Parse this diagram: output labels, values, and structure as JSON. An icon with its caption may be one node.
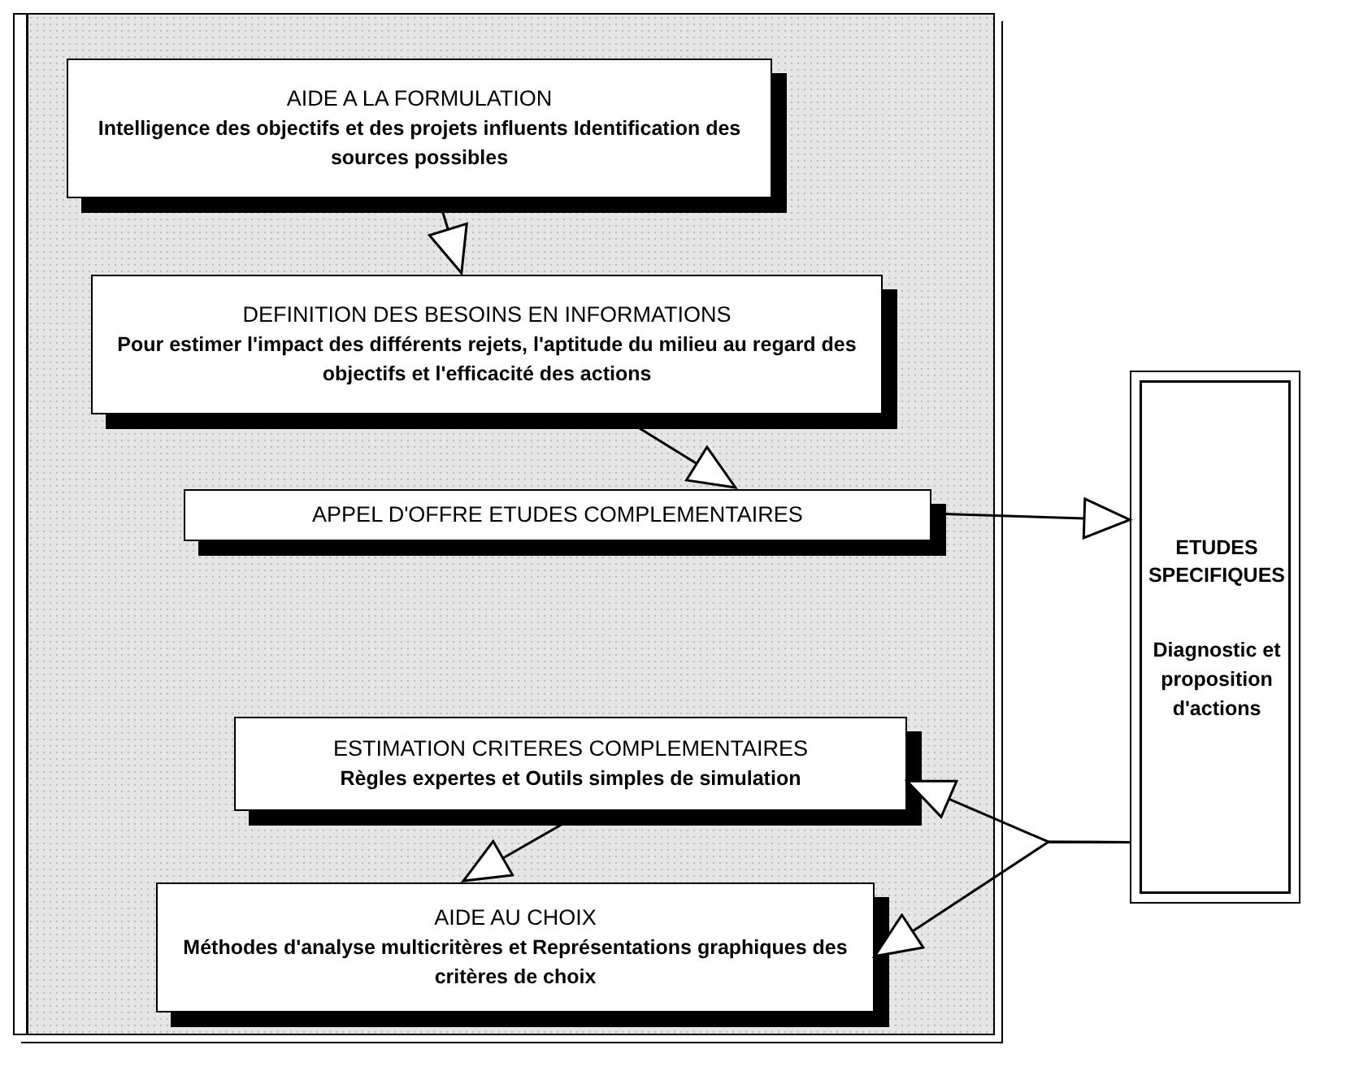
{
  "diagram": {
    "nodes": [
      {
        "text": [],
        "shape": "box"
      },
      {
        "text": [
          "AIDE A LA FORMULATION",
          "Intelligence des objectifs et des projets influents Identification des sources possibles"
        ],
        "in": 0
      },
      {
        "text": [
          "DEFINITION DES BESOINS EN INFORMATIONS",
          "Pour estimer l'impact des différents rejets, l'aptitude du milieu au regard des objectifs et l'efficacité des actions"
        ],
        "in": 0
      },
      {
        "text": [
          "APPEL D'OFFRE ETUDES COMPLEMENTAIRES"
        ],
        "in": 0
      },
      {
        "text": [
          "ESTIMATION CRITERES COMPLEMENTAIRES",
          "Règles expertes et Outils simples de simulation"
        ],
        "in": 0
      },
      {
        "text": [
          "AIDE AU CHOIX",
          "Méthodes d'analyse multicritères et Représentations graphiques des critères de choix"
        ],
        "in": 0
      },
      {
        "text": [
          "ETUDES SPECIFIQUES",
          "Diagnostic et proposition d'actions"
        ]
      }
    ],
    "edges": [
      {
        "from": 1,
        "to": 2,
        "arrow": "to"
      },
      {
        "from": 2,
        "to": 3,
        "arrow": "to"
      },
      {
        "from": 3,
        "to": 6,
        "arrow": "to"
      },
      {
        "from": 6,
        "to": 4,
        "arrow": "to"
      },
      {
        "from": 6,
        "to": 5,
        "arrow": "to"
      },
      {
        "from": 4,
        "to": 5,
        "arrow": "to"
      }
    ]
  }
}
